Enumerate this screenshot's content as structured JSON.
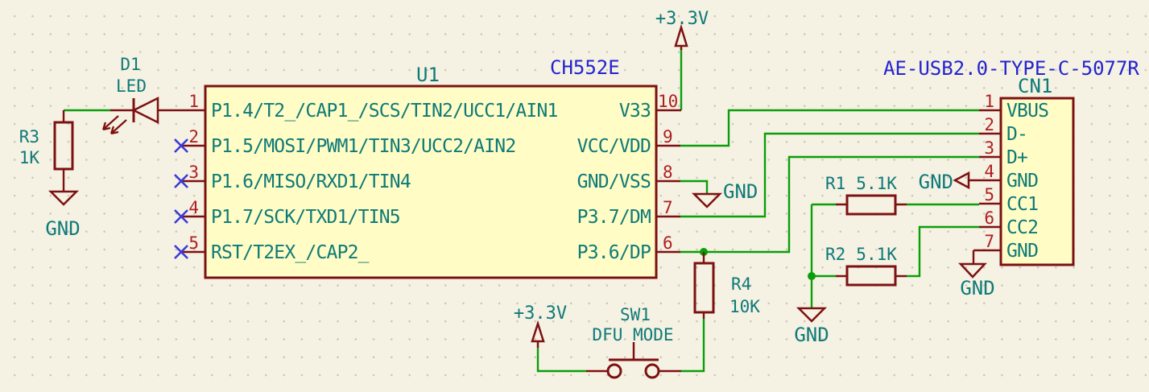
{
  "colors": {
    "background": "#F5F1E3",
    "symbol_outline": "#7D1111",
    "symbol_fill": "#FFFCC5",
    "wire_green": "#0A9E0A",
    "pin_number_red": "#AF1F1F",
    "pin_name_teal": "#0E7A78",
    "value_blue": "#2323D0",
    "no_connect_blue": "#3A3AD9"
  },
  "u1": {
    "reference": "U1",
    "value": "CH552E",
    "left_pins": [
      {
        "number": "1",
        "name": "P1.4/T2_/CAP1_/SCS/TIN2/UCC1/AIN1"
      },
      {
        "number": "2",
        "name": "P1.5/MOSI/PWM1/TIN3/UCC2/AIN2"
      },
      {
        "number": "3",
        "name": "P1.6/MISO/RXD1/TIN4"
      },
      {
        "number": "4",
        "name": "P1.7/SCK/TXD1/TIN5"
      },
      {
        "number": "5",
        "name": "RST/T2EX_/CAP2_"
      }
    ],
    "right_pins": [
      {
        "number": "10",
        "name": "V33"
      },
      {
        "number": "9",
        "name": "VCC/VDD"
      },
      {
        "number": "8",
        "name": "GND/VSS"
      },
      {
        "number": "7",
        "name": "P3.7/DM"
      },
      {
        "number": "6",
        "name": "P3.6/DP"
      }
    ]
  },
  "cn1": {
    "reference": "CN1",
    "value": "AE-USB2.0-TYPE-C-5077R",
    "pins": [
      {
        "number": "1",
        "name": "VBUS"
      },
      {
        "number": "2",
        "name": "D-"
      },
      {
        "number": "3",
        "name": "D+"
      },
      {
        "number": "4",
        "name": "GND"
      },
      {
        "number": "5",
        "name": "CC1"
      },
      {
        "number": "6",
        "name": "CC2"
      },
      {
        "number": "7",
        "name": "GND"
      }
    ]
  },
  "d1": {
    "reference": "D1",
    "value": "LED"
  },
  "r1": {
    "reference": "R1",
    "value": "5.1K"
  },
  "r2": {
    "reference": "R2",
    "value": "5.1K"
  },
  "r3": {
    "reference": "R3",
    "value": "1K"
  },
  "r4": {
    "reference": "R4",
    "value": "10K"
  },
  "sw1": {
    "reference": "SW1",
    "value": "DFU MODE"
  },
  "power": {
    "v33": "+3.3V",
    "gnd": "GND"
  }
}
